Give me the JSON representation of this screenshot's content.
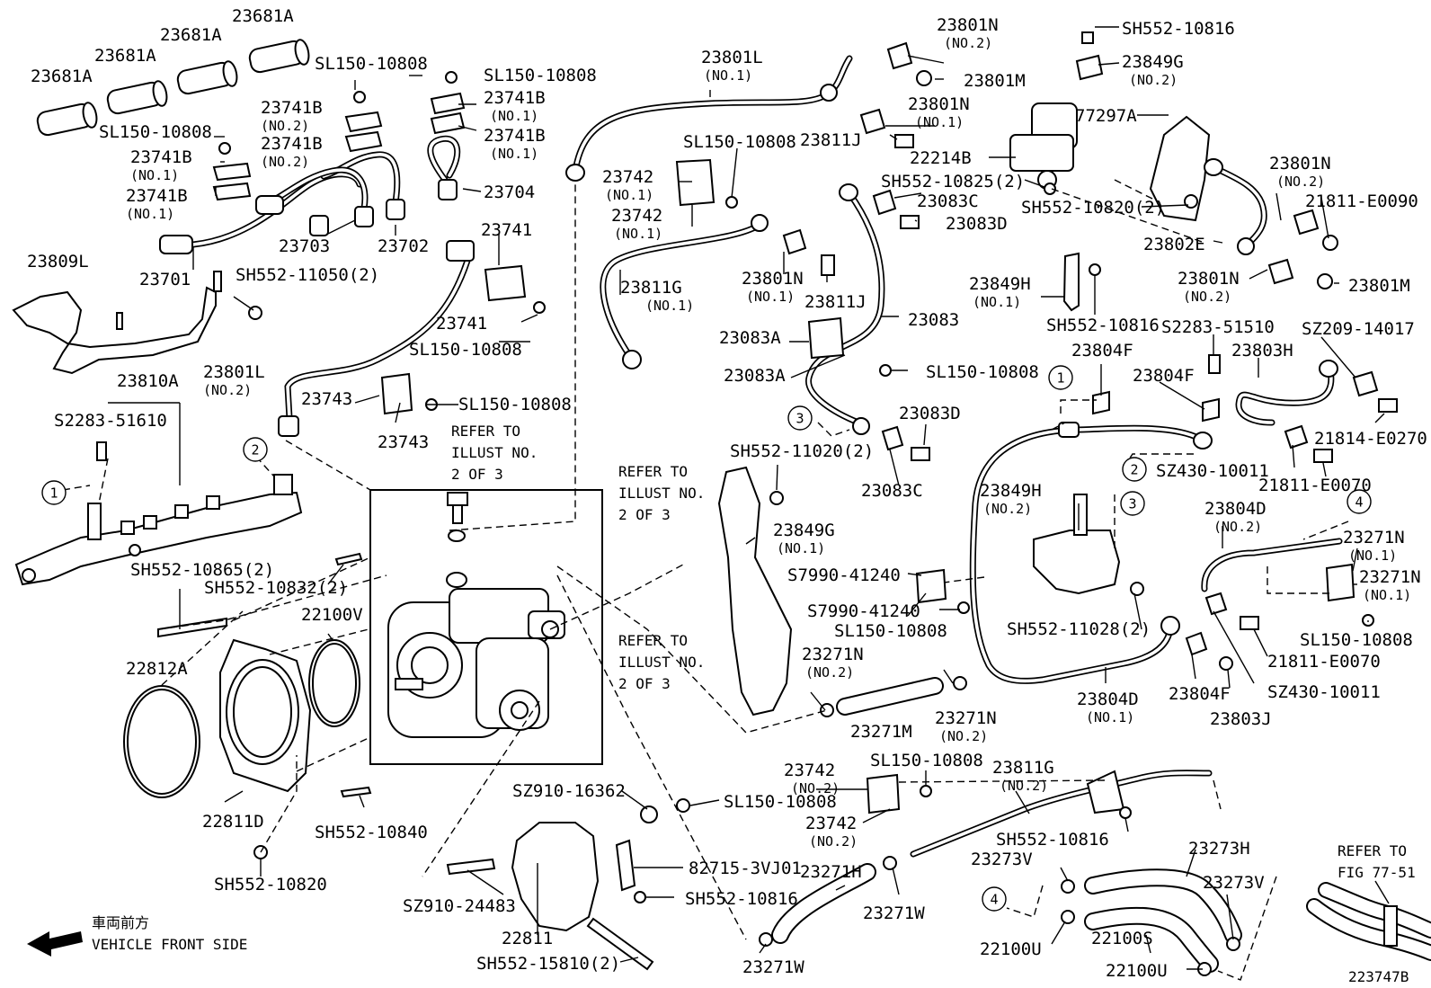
{
  "callouts": [
    {
      "id": "c1",
      "text": "23681A",
      "sub": ""
    },
    {
      "id": "c2",
      "text": "23681A",
      "sub": ""
    },
    {
      "id": "c3",
      "text": "23681A",
      "sub": ""
    },
    {
      "id": "c4",
      "text": "23681A",
      "sub": ""
    },
    {
      "id": "c5",
      "text": "SL150-10808",
      "sub": ""
    },
    {
      "id": "c6",
      "text": "SL150-10808",
      "sub": ""
    },
    {
      "id": "c7",
      "text": "SL150-10808",
      "sub": ""
    },
    {
      "id": "c8",
      "text": "23741B",
      "sub": "(NO.2)"
    },
    {
      "id": "c9",
      "text": "23741B",
      "sub": "(NO.2)"
    },
    {
      "id": "c10",
      "text": "23741B",
      "sub": "(NO.1)"
    },
    {
      "id": "c11",
      "text": "23741B",
      "sub": "(NO.1)"
    },
    {
      "id": "c12",
      "text": "23741B",
      "sub": "(NO.1)"
    },
    {
      "id": "c13",
      "text": "23741B",
      "sub": "(NO.1)"
    },
    {
      "id": "c14",
      "text": "23704",
      "sub": ""
    },
    {
      "id": "c15",
      "text": "23703",
      "sub": ""
    },
    {
      "id": "c16",
      "text": "23702",
      "sub": ""
    },
    {
      "id": "c17",
      "text": "23701",
      "sub": ""
    },
    {
      "id": "c18",
      "text": "23809L",
      "sub": ""
    },
    {
      "id": "c19",
      "text": "SH552-11050(2)",
      "sub": ""
    },
    {
      "id": "c20",
      "text": "23810A",
      "sub": ""
    },
    {
      "id": "c21",
      "text": "S2283-51610",
      "sub": ""
    },
    {
      "id": "c22",
      "text": "23741",
      "sub": ""
    },
    {
      "id": "c23",
      "text": "23741",
      "sub": ""
    },
    {
      "id": "c24",
      "text": "SL150-10808",
      "sub": ""
    },
    {
      "id": "c25",
      "text": "23801L",
      "sub": "(NO.2)"
    },
    {
      "id": "c26",
      "text": "23743",
      "sub": ""
    },
    {
      "id": "c27",
      "text": "23743",
      "sub": ""
    },
    {
      "id": "c28",
      "text": "SL150-10808",
      "sub": ""
    },
    {
      "id": "c29",
      "text": "SH552-10865(2)",
      "sub": ""
    },
    {
      "id": "c30",
      "text": "SH552-10832(2)",
      "sub": ""
    },
    {
      "id": "c31",
      "text": "22100V",
      "sub": ""
    },
    {
      "id": "c32",
      "text": "22812A",
      "sub": ""
    },
    {
      "id": "c33",
      "text": "22811D",
      "sub": ""
    },
    {
      "id": "c34",
      "text": "SH552-10840",
      "sub": ""
    },
    {
      "id": "c35",
      "text": "SH552-10820",
      "sub": ""
    },
    {
      "id": "c36",
      "text": "23801L",
      "sub": "(NO.1)"
    },
    {
      "id": "c37",
      "text": "23742",
      "sub": "(NO.1)"
    },
    {
      "id": "c38",
      "text": "23742",
      "sub": "(NO.1)"
    },
    {
      "id": "c39",
      "text": "SL150-10808",
      "sub": ""
    },
    {
      "id": "c40",
      "text": "23811G",
      "sub": "(NO.1)"
    },
    {
      "id": "c41",
      "text": "23801N",
      "sub": "(NO.1)"
    },
    {
      "id": "c42",
      "text": "23811J",
      "sub": ""
    },
    {
      "id": "c43",
      "text": "23083A",
      "sub": ""
    },
    {
      "id": "c44",
      "text": "23083A",
      "sub": ""
    },
    {
      "id": "c45",
      "text": "SL150-10808",
      "sub": ""
    },
    {
      "id": "c46",
      "text": "23083",
      "sub": ""
    },
    {
      "id": "c47",
      "text": "23083D",
      "sub": ""
    },
    {
      "id": "c48",
      "text": "23083C",
      "sub": ""
    },
    {
      "id": "c49",
      "text": "SH552-11020(2)",
      "sub": ""
    },
    {
      "id": "c50",
      "text": "23849G",
      "sub": "(NO.1)"
    },
    {
      "id": "c51",
      "text": "S7990-41240",
      "sub": ""
    },
    {
      "id": "c52",
      "text": "S7990-41240",
      "sub": ""
    },
    {
      "id": "c53",
      "text": "SL150-10808",
      "sub": ""
    },
    {
      "id": "c54",
      "text": "23271N",
      "sub": "(NO.2)"
    },
    {
      "id": "c55",
      "text": "23271M",
      "sub": ""
    },
    {
      "id": "c56",
      "text": "23271N",
      "sub": "(NO.2)"
    },
    {
      "id": "c57",
      "text": "23801N",
      "sub": "(NO.2)"
    },
    {
      "id": "c58",
      "text": "23801M",
      "sub": ""
    },
    {
      "id": "c59",
      "text": "23801N",
      "sub": "(NO.1)"
    },
    {
      "id": "c60",
      "text": "23811J",
      "sub": ""
    },
    {
      "id": "c61",
      "text": "22214B",
      "sub": ""
    },
    {
      "id": "c62",
      "text": "SH552-10825(2)",
      "sub": ""
    },
    {
      "id": "c63",
      "text": "23083C",
      "sub": ""
    },
    {
      "id": "c64",
      "text": "23083D",
      "sub": ""
    },
    {
      "id": "c65",
      "text": "SH552-10816",
      "sub": ""
    },
    {
      "id": "c66",
      "text": "23849G",
      "sub": "(NO.2)"
    },
    {
      "id": "c67",
      "text": "77297A",
      "sub": ""
    },
    {
      "id": "c68",
      "text": "SH552-10820(2)",
      "sub": ""
    },
    {
      "id": "c69",
      "text": "23801N",
      "sub": "(NO.2)"
    },
    {
      "id": "c70",
      "text": "21811-E0090",
      "sub": ""
    },
    {
      "id": "c71",
      "text": "23802E",
      "sub": ""
    },
    {
      "id": "c72",
      "text": "23801N",
      "sub": "(NO.2)"
    },
    {
      "id": "c73",
      "text": "23801M",
      "sub": ""
    },
    {
      "id": "c74",
      "text": "23849H",
      "sub": "(NO.1)"
    },
    {
      "id": "c75",
      "text": "SH552-10816",
      "sub": ""
    },
    {
      "id": "c76",
      "text": "S2283-51510",
      "sub": ""
    },
    {
      "id": "c77",
      "text": "SZ209-14017",
      "sub": ""
    },
    {
      "id": "c78",
      "text": "23804F",
      "sub": ""
    },
    {
      "id": "c79",
      "text": "23804F",
      "sub": ""
    },
    {
      "id": "c80",
      "text": "23803H",
      "sub": ""
    },
    {
      "id": "c81",
      "text": "21814-E0270",
      "sub": ""
    },
    {
      "id": "c82",
      "text": "SZ430-10011",
      "sub": ""
    },
    {
      "id": "c83",
      "text": "21811-E0070",
      "sub": ""
    },
    {
      "id": "c84",
      "text": "23849H",
      "sub": "(NO.2)"
    },
    {
      "id": "c85",
      "text": "23804D",
      "sub": "(NO.2)"
    },
    {
      "id": "c86",
      "text": "23271N",
      "sub": "(NO.1)"
    },
    {
      "id": "c87",
      "text": "23271N",
      "sub": "(NO.1)"
    },
    {
      "id": "c88",
      "text": "SL150-10808",
      "sub": ""
    },
    {
      "id": "c89",
      "text": "SH552-11028(2)",
      "sub": ""
    },
    {
      "id": "c90",
      "text": "21811-E0070",
      "sub": ""
    },
    {
      "id": "c91",
      "text": "SZ430-10011",
      "sub": ""
    },
    {
      "id": "c92",
      "text": "23804D",
      "sub": "(NO.1)"
    },
    {
      "id": "c93",
      "text": "23804F",
      "sub": ""
    },
    {
      "id": "c94",
      "text": "23803J",
      "sub": ""
    },
    {
      "id": "c95",
      "text": "SZ910-16362",
      "sub": ""
    },
    {
      "id": "c96",
      "text": "SL150-10808",
      "sub": ""
    },
    {
      "id": "c97",
      "text": "82715-3VJ01",
      "sub": ""
    },
    {
      "id": "c98",
      "text": "SH552-10816",
      "sub": ""
    },
    {
      "id": "c99",
      "text": "SZ910-24483",
      "sub": ""
    },
    {
      "id": "c100",
      "text": "22811",
      "sub": ""
    },
    {
      "id": "c101",
      "text": "SH552-15810(2)",
      "sub": ""
    },
    {
      "id": "c102",
      "text": "23742",
      "sub": "(NO.2)"
    },
    {
      "id": "c103",
      "text": "SL150-10808",
      "sub": ""
    },
    {
      "id": "c104",
      "text": "23742",
      "sub": "(NO.2)"
    },
    {
      "id": "c105",
      "text": "23271H",
      "sub": ""
    },
    {
      "id": "c106",
      "text": "23271W",
      "sub": ""
    },
    {
      "id": "c107",
      "text": "23271W",
      "sub": ""
    },
    {
      "id": "c108",
      "text": "23811G",
      "sub": "(NO.2)"
    },
    {
      "id": "c109",
      "text": "SH552-10816",
      "sub": ""
    },
    {
      "id": "c110",
      "text": "23273H",
      "sub": ""
    },
    {
      "id": "c111",
      "text": "23273V",
      "sub": ""
    },
    {
      "id": "c112",
      "text": "23273V",
      "sub": ""
    },
    {
      "id": "c113",
      "text": "22100U",
      "sub": ""
    },
    {
      "id": "c114",
      "text": "22100S",
      "sub": ""
    },
    {
      "id": "c115",
      "text": "22100U",
      "sub": ""
    }
  ],
  "notes": {
    "refer1": [
      "REFER TO",
      "ILLUST NO.",
      "2 OF 3"
    ],
    "refer2": [
      "REFER TO",
      "ILLUST NO.",
      "2 OF 3"
    ],
    "refer3": [
      "REFER TO",
      "ILLUST NO.",
      "2 OF 3"
    ],
    "refer_fig": [
      "REFER TO",
      "FIG 77-51"
    ]
  },
  "markers": {
    "m1a": "1",
    "m2a": "2",
    "m1b": "1",
    "m2b": "2",
    "m3a": "3",
    "m3b": "3",
    "m4a": "4",
    "m4b": "4"
  },
  "legend": {
    "jp": "車両前方",
    "en": "VEHICLE FRONT SIDE"
  },
  "figure_id": "223747B"
}
